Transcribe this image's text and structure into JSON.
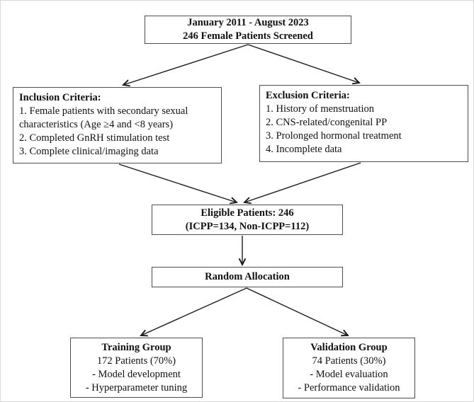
{
  "figure": {
    "screening_box": {
      "lines": [
        "January 2011 - August 2023",
        "246 Female Patients Screened"
      ]
    },
    "inclusion_box": {
      "title": "Inclusion Criteria:",
      "lines": [
        "1. Female patients with secondary sexual",
        "characteristics (Age ≥4 and <8 years)",
        "2. Completed GnRH stimulation test",
        "3. Complete clinical/imaging data"
      ]
    },
    "exclusion_box": {
      "title": "Exclusion Criteria:",
      "lines": [
        "1. History of menstruation",
        "2. CNS-related/congenital PP",
        "3. Prolonged hormonal treatment",
        "4. Incomplete data"
      ]
    },
    "eligible_box": {
      "lines": [
        "Eligible Patients: 246",
        "(ICPP=134, Non-ICPP=112)"
      ]
    },
    "random_box": {
      "label": "Random Allocation"
    },
    "training_box": {
      "title": "Training Group",
      "lines": [
        "172 Patients (70%)",
        "- Model development",
        "- Hyperparameter tuning"
      ]
    },
    "validation_box": {
      "title": "Validation Group",
      "lines": [
        "74 Patients (30%)",
        "- Model evaluation",
        "- Performance validation"
      ]
    }
  },
  "colors": {
    "background": "#ffffff",
    "box_border": "#4d4d4d",
    "text": "#111111",
    "arrow": "#1b1b1b"
  }
}
